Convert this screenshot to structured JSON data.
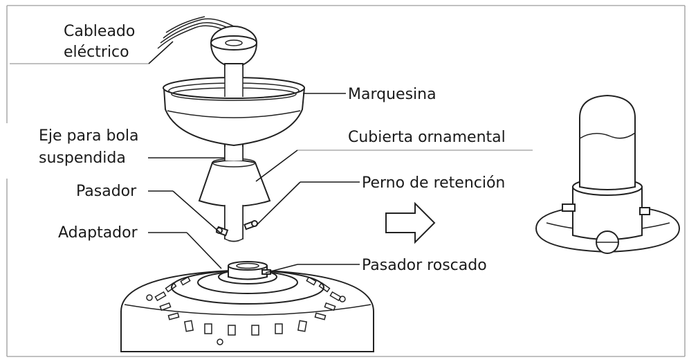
{
  "labels": {
    "cableado_line1": "Cableado",
    "cableado_line2": "eléctrico",
    "marquesina": "Marquesina",
    "eje_line1": "Eje para bola",
    "eje_line2": "suspendida",
    "cubierta": "Cubierta ornamental",
    "pasador": "Pasador",
    "perno": "Perno de retención",
    "adaptador": "Adaptador",
    "pasador_roscado": "Pasador roscado"
  }
}
